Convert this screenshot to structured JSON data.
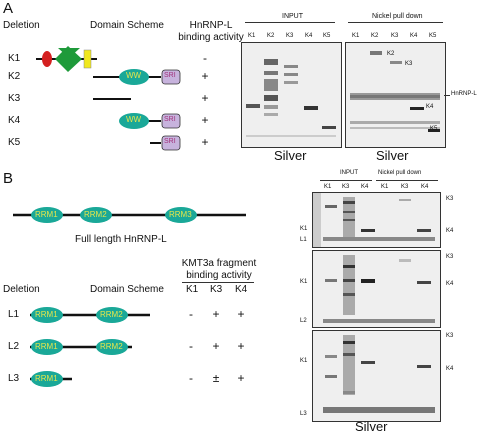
{
  "panelA": {
    "letter": "A",
    "headers": {
      "deletion": "Deletion",
      "scheme": "Domain Scheme",
      "binding_line1": "HnRNP-L",
      "binding_line2": "binding activity"
    },
    "rows": [
      {
        "name": "K1",
        "binding": "-"
      },
      {
        "name": "K2",
        "binding": "+",
        "domains": [
          "WW",
          "SRI"
        ]
      },
      {
        "name": "K3",
        "binding": "+"
      },
      {
        "name": "K4",
        "binding": "+",
        "domains": [
          "WW",
          "SRI"
        ]
      },
      {
        "name": "K5",
        "binding": "+",
        "domains": [
          "SRI"
        ]
      }
    ],
    "gel_input": {
      "title": "INPUT",
      "lanes": [
        "K1",
        "K2",
        "K3",
        "K4",
        "K5"
      ],
      "caption": "Silver"
    },
    "gel_pulldown": {
      "title": "Nickel pull down",
      "lanes": [
        "K1",
        "K2",
        "K3",
        "K4",
        "K5"
      ],
      "band_labels": [
        "K2",
        "K3",
        "K4",
        "K5"
      ],
      "side_label": "HnRNP-L",
      "caption": "Silver"
    }
  },
  "panelB": {
    "letter": "B",
    "full_length": {
      "domains": [
        "RRM1",
        "RRM2",
        "RRM3"
      ],
      "label": "Full length HnRNP-L"
    },
    "headers": {
      "deletion": "Deletion",
      "scheme": "Domain Scheme",
      "binding_line1": "KMT3a fragment",
      "binding_line2": "binding activity",
      "cols": [
        "K1",
        "K3",
        "K4"
      ]
    },
    "rows": [
      {
        "name": "L1",
        "domains": [
          "RRM1",
          "RRM2"
        ],
        "binding": [
          "-",
          "+",
          "+"
        ]
      },
      {
        "name": "L2",
        "domains": [
          "RRM1",
          "RRM2"
        ],
        "binding": [
          "-",
          "+",
          "+"
        ]
      },
      {
        "name": "L3",
        "domains": [
          "RRM1"
        ],
        "binding": [
          "-",
          "±",
          "+"
        ]
      }
    ],
    "gel": {
      "input_title": "INPUT",
      "pulldown_title": "Nickel pull down",
      "lanes": [
        "K1",
        "K3",
        "K4",
        "K1",
        "K3",
        "K4"
      ],
      "blocks": [
        {
          "left": [
            "K1",
            "L1"
          ],
          "right": [
            "K3",
            "K4"
          ]
        },
        {
          "left": [
            "K1",
            "L2"
          ],
          "right": [
            "K3",
            "K4"
          ]
        },
        {
          "left": [
            "K1",
            "L3"
          ],
          "right": [
            "K3",
            "K4"
          ]
        }
      ],
      "caption": "Silver"
    }
  },
  "colors": {
    "domain_fill": "#1aa898",
    "domain_text": "#e6e64a",
    "sri_fill": "#c7b3dd",
    "red": "#d42020",
    "green": "#1e9a3a",
    "yellow": "#f0e81e"
  }
}
